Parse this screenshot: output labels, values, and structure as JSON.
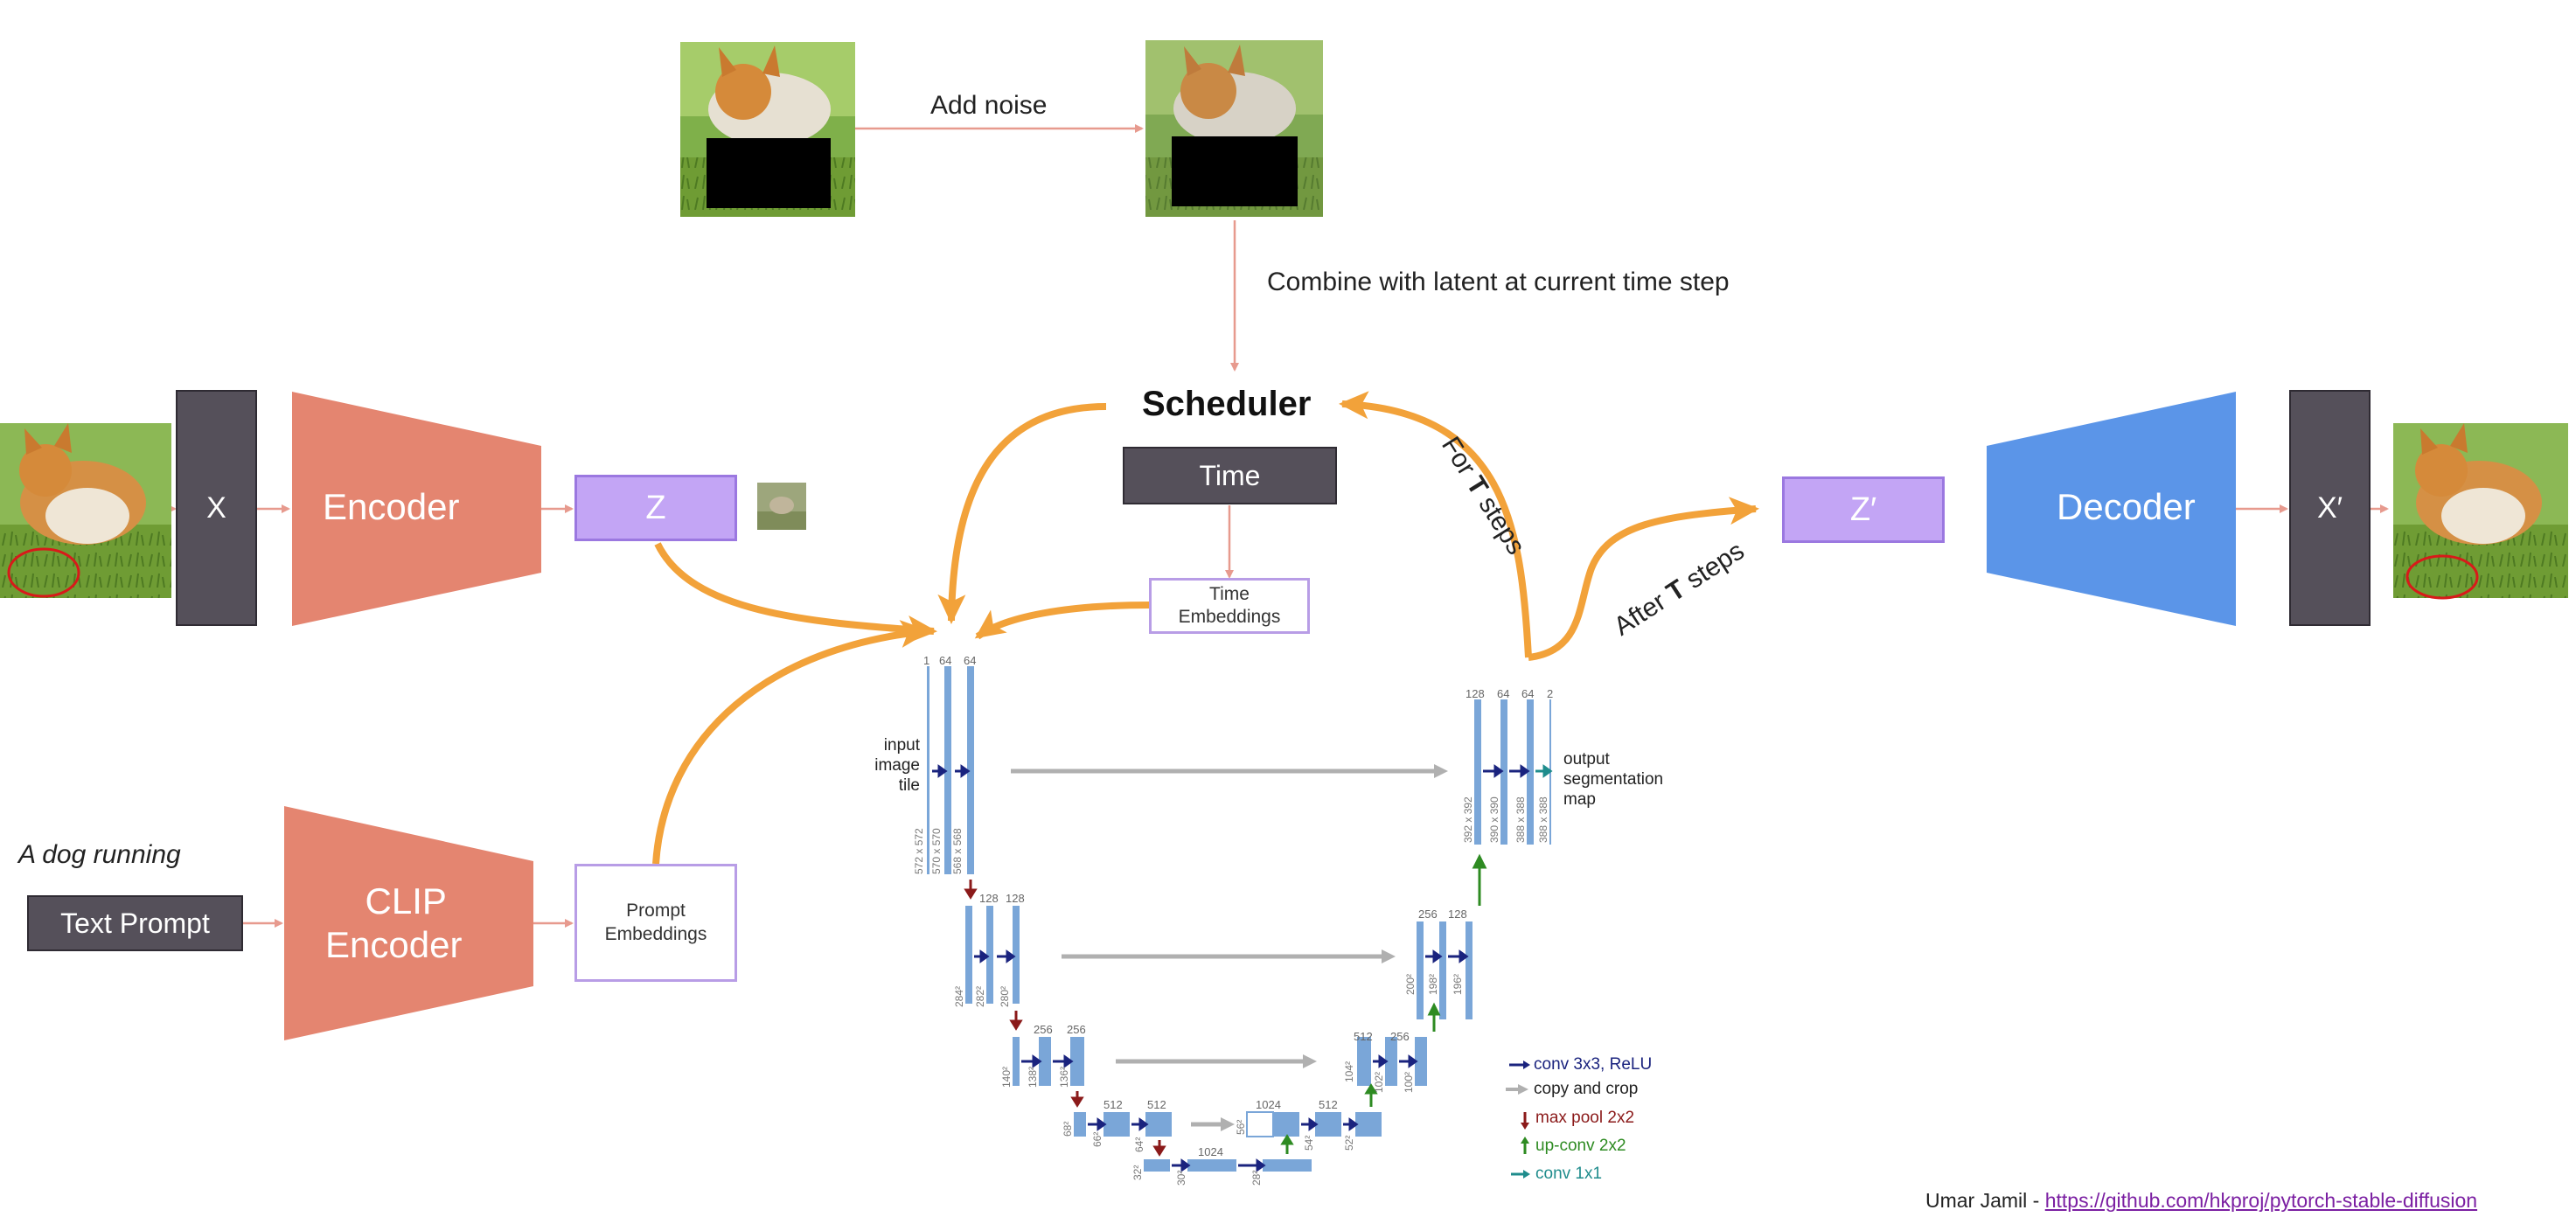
{
  "colors": {
    "arrow_orange": "#f2a23a",
    "arrow_pink": "#e79a8e",
    "encoder": "#e48570",
    "decoder": "#5b95e8",
    "latent_fill": "#c3a5f5",
    "dark_box": "#55505a",
    "unet_blue": "#7aa6d8",
    "conv_arrow": "#1a237e",
    "copy_arrow": "#b0b0b0",
    "pool_arrow": "#8b1a1a",
    "upconv_arrow": "#2e8b22",
    "conv1x1_arrow": "#1f8c8c"
  },
  "noise": {
    "label": "Add noise",
    "combine_label": "Combine with latent at current time step"
  },
  "scheduler": {
    "label": "Scheduler"
  },
  "time": {
    "label": "Time",
    "embeddings_line1": "Time",
    "embeddings_line2": "Embeddings"
  },
  "loop": {
    "for_prefix": "For ",
    "for_T": "T",
    "for_suffix": " steps",
    "after_prefix": "After ",
    "after_T": "T",
    "after_suffix": " steps"
  },
  "encoder_path": {
    "x_label": "X",
    "encoder_label": "Encoder",
    "z_label": "Z"
  },
  "decoder_path": {
    "z_prime_label": "Z′",
    "decoder_label": "Decoder",
    "x_prime_label": "X′"
  },
  "text_path": {
    "caption": "A dog running",
    "text_prompt": "Text Prompt",
    "clip_line1": "CLIP",
    "clip_line2": "Encoder",
    "prompt_emb_line1": "Prompt",
    "prompt_emb_line2": "Embeddings"
  },
  "unet": {
    "input_label_1": "input",
    "input_label_2": "image",
    "input_label_3": "tile",
    "output_label_1": "output",
    "output_label_2": "segmentation",
    "output_label_3": "map",
    "ch_1": "1",
    "ch_64a": "64",
    "ch_64b": "64",
    "ch_128a": "128",
    "ch_128b": "128",
    "ch_256a": "256",
    "ch_256b": "256",
    "ch_512a": "512",
    "ch_512b": "512",
    "ch_1024a": "1024",
    "ch_1024b": "1024",
    "ch_512c": "512",
    "ch_512d": "512",
    "ch_256c": "256",
    "ch_256d": "256",
    "ch_128c": "128",
    "ch_128d": "128",
    "ch_64c": "64",
    "ch_64d": "64",
    "ch_2": "2",
    "dim_572": "572 x 572",
    "dim_570": "570 x 570",
    "dim_568": "568 x 568",
    "dim_284": "284²",
    "dim_282": "282²",
    "dim_280": "280²",
    "dim_140": "140²",
    "dim_138": "138²",
    "dim_136": "136²",
    "dim_68": "68²",
    "dim_66": "66²",
    "dim_64": "64²",
    "dim_32": "32²",
    "dim_30": "30²",
    "dim_28": "28²",
    "dim_56": "56²",
    "dim_54": "54²",
    "dim_52": "52²",
    "dim_104": "104²",
    "dim_102": "102²",
    "dim_100": "100²",
    "dim_200": "200²",
    "dim_198": "198²",
    "dim_196": "196²",
    "dim_392": "392 x 392",
    "dim_390": "390 x 390",
    "dim_388a": "388 x 388",
    "dim_388b": "388 x 388"
  },
  "legend": {
    "conv": "conv 3x3, ReLU",
    "copy": "copy and crop",
    "pool": "max pool 2x2",
    "upconv": "up-conv 2x2",
    "conv1x1": "conv 1x1"
  },
  "credit": {
    "author": "Umar Jamil - ",
    "link": "https://github.com/hkproj/pytorch-stable-diffusion"
  }
}
